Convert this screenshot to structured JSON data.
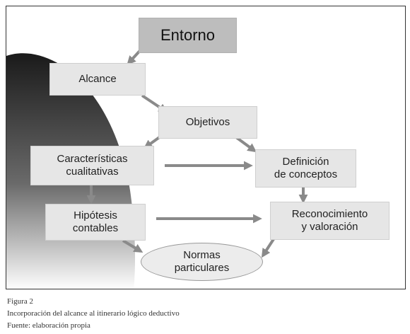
{
  "nodes": {
    "entorno": "Entorno",
    "alcance": "Alcance",
    "objetivos": "Objetivos",
    "caracteristicas": [
      "Características",
      "cualitativas"
    ],
    "definicion": [
      "Definición",
      "de conceptos"
    ],
    "hipotesis": [
      "Hipótesis",
      "contables"
    ],
    "reconocimiento": [
      "Reconocimiento",
      "y valoración"
    ],
    "normas": [
      "Normas",
      "particulares"
    ]
  },
  "caption": {
    "figure": "Figura 2",
    "title": "Incorporación del alcance al itinerario lógico deductivo",
    "source": "Fuente: elaboración propia"
  },
  "colors": {
    "box": "#e6e6e6",
    "box_dark": "#bdbdbd",
    "arrow": "#8a8a8a",
    "frame": "#333333"
  }
}
